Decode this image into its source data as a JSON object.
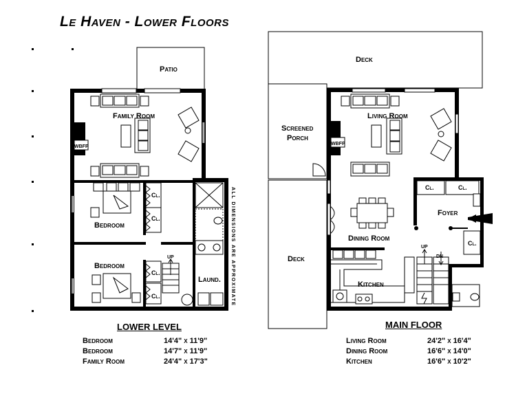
{
  "title": "Le Haven - Lower Floors",
  "lower_level": {
    "heading": "LOWER LEVEL",
    "rooms": {
      "patio": "Patio",
      "family_room": "Family Room",
      "wbfp": "WBFP",
      "bedroom1": "Bedroom",
      "bedroom2": "Bedroom",
      "closet1": "Cl.",
      "closet2": "Cl.",
      "closet3": "Cl.",
      "closet4": "Cl.",
      "laundry": "Laund.",
      "stair_up": "UP"
    },
    "note": "ALL DIMENSIONS ARE APPROXIMATE",
    "dimensions": [
      {
        "room": "Bedroom",
        "size": "14'4\" x 11'9\""
      },
      {
        "room": "Bedroom",
        "size": "14'7\" x 11'9\""
      },
      {
        "room": "Family Room",
        "size": "24'4\" x 17'3\""
      }
    ]
  },
  "main_floor": {
    "heading": "MAIN FLOOR",
    "rooms": {
      "deck_top": "Deck",
      "deck_side": "Deck",
      "screened_porch_line1": "Screened",
      "screened_porch_line2": "Porch",
      "living_room": "Living Room",
      "wbfp": "WBFP",
      "dining_room": "Dining Room",
      "kitchen": "Kitchen",
      "foyer": "Foyer",
      "closet1": "Cl.",
      "closet2": "Cl.",
      "closet3": "Cl.",
      "stair_up": "UP",
      "stair_dn": "DN"
    },
    "dimensions": [
      {
        "room": "Living Room",
        "size": "24'2\" x 16'4\""
      },
      {
        "room": "Dining Room",
        "size": "16'6\" x 14'0\""
      },
      {
        "room": "Kitchen",
        "size": "16'6\" x 10'2\""
      }
    ]
  }
}
